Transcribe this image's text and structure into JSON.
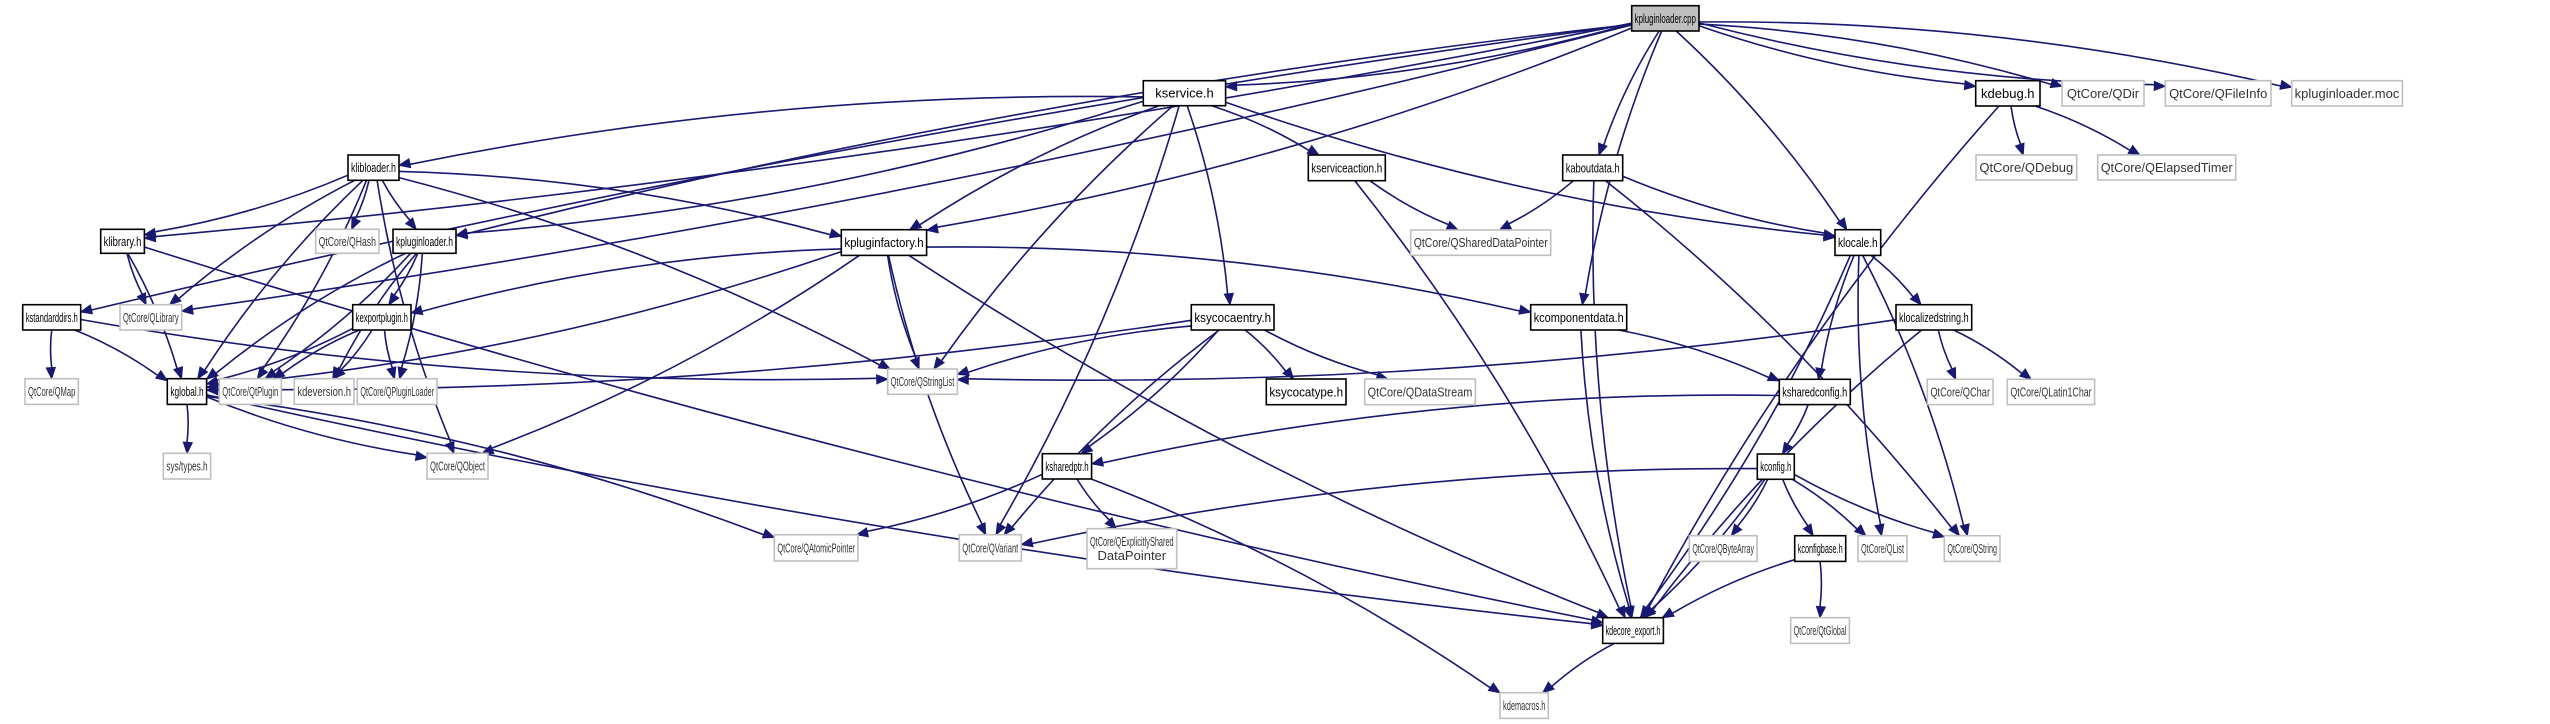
{
  "graph": {
    "title": "kpluginloader.cpp include dependency graph",
    "colors": {
      "edge": "#191970",
      "root_fill": "#bfbfbf",
      "documented_border": "#000000",
      "external_border": "#bfbfbf"
    },
    "nodes": [
      {
        "id": "kpluginloader_cpp",
        "label": "kpluginloader.cpp",
        "kind": "root"
      },
      {
        "id": "kservice_h",
        "label": "kservice.h",
        "kind": "documented"
      },
      {
        "id": "kdebug_h",
        "label": "kdebug.h",
        "kind": "documented"
      },
      {
        "id": "qdir",
        "label": "QtCore/QDir",
        "kind": "external"
      },
      {
        "id": "qfileinfo",
        "label": "QtCore/QFileInfo",
        "kind": "external"
      },
      {
        "id": "kpluginloader_moc",
        "label": "kpluginloader.moc",
        "kind": "external"
      },
      {
        "id": "klibloader_h",
        "label": "klibloader.h",
        "kind": "documented"
      },
      {
        "id": "kserviceaction_h",
        "label": "kserviceaction.h",
        "kind": "documented"
      },
      {
        "id": "kaboutdata_h",
        "label": "kaboutdata.h",
        "kind": "documented"
      },
      {
        "id": "qdebug",
        "label": "QtCore/QDebug",
        "kind": "external"
      },
      {
        "id": "qelapsedtimer",
        "label": "QtCore/QElapsedTimer",
        "kind": "external"
      },
      {
        "id": "klibrary_h",
        "label": "klibrary.h",
        "kind": "documented"
      },
      {
        "id": "qhash",
        "label": "QtCore/QHash",
        "kind": "external"
      },
      {
        "id": "kpluginloader_h",
        "label": "kpluginloader.h",
        "kind": "documented"
      },
      {
        "id": "kpluginfactory_h",
        "label": "kpluginfactory.h",
        "kind": "documented"
      },
      {
        "id": "qshareddatapointer",
        "label": "QtCore/QSharedDataPointer",
        "kind": "external"
      },
      {
        "id": "klocale_h",
        "label": "klocale.h",
        "kind": "documented"
      },
      {
        "id": "kstandarddirs_h",
        "label": "kstandarddirs.h",
        "kind": "documented"
      },
      {
        "id": "qlibrary",
        "label": "QtCore/QLibrary",
        "kind": "external"
      },
      {
        "id": "kexportplugin_h",
        "label": "kexportplugin.h",
        "kind": "documented"
      },
      {
        "id": "ksycocaentry_h",
        "label": "ksycocaentry.h",
        "kind": "documented"
      },
      {
        "id": "kcomponentdata_h",
        "label": "kcomponentdata.h",
        "kind": "documented"
      },
      {
        "id": "klocalizedstring_h",
        "label": "klocalizedstring.h",
        "kind": "documented"
      },
      {
        "id": "qmap",
        "label": "QtCore/QMap",
        "kind": "external"
      },
      {
        "id": "kglobal_h",
        "label": "kglobal.h",
        "kind": "documented"
      },
      {
        "id": "qtplugin",
        "label": "QtCore/QtPlugin",
        "kind": "external"
      },
      {
        "id": "kdeversion_h",
        "label": "kdeversion.h",
        "kind": "external"
      },
      {
        "id": "qpluginloader",
        "label": "QtCore/QPluginLoader",
        "kind": "external"
      },
      {
        "id": "qstringlist",
        "label": "QtCore/QStringList",
        "kind": "external"
      },
      {
        "id": "ksycocatype_h",
        "label": "ksycocatype.h",
        "kind": "documented"
      },
      {
        "id": "qdatastream",
        "label": "QtCore/QDataStream",
        "kind": "external"
      },
      {
        "id": "ksharedconfig_h",
        "label": "ksharedconfig.h",
        "kind": "documented"
      },
      {
        "id": "qchar",
        "label": "QtCore/QChar",
        "kind": "external"
      },
      {
        "id": "qlatin1char",
        "label": "QtCore/QLatin1Char",
        "kind": "external"
      },
      {
        "id": "systypes_h",
        "label": "sys/types.h",
        "kind": "external"
      },
      {
        "id": "qobject",
        "label": "QtCore/QObject",
        "kind": "external"
      },
      {
        "id": "ksharedptr_h",
        "label": "ksharedptr.h",
        "kind": "documented"
      },
      {
        "id": "kconfig_h",
        "label": "kconfig.h",
        "kind": "documented"
      },
      {
        "id": "qatomicpointer",
        "label": "QtCore/QAtomicPointer",
        "kind": "external"
      },
      {
        "id": "qvariant",
        "label": "QtCore/QVariant",
        "kind": "external"
      },
      {
        "id": "qexplicitlyshareddatapointer",
        "label": "QtCore/QExplicitlyShared\nDataPointer",
        "kind": "external"
      },
      {
        "id": "qbytearray",
        "label": "QtCore/QByteArray",
        "kind": "external"
      },
      {
        "id": "kconfigbase_h",
        "label": "kconfigbase.h",
        "kind": "documented"
      },
      {
        "id": "qlist",
        "label": "QtCore/QList",
        "kind": "external"
      },
      {
        "id": "qstring",
        "label": "QtCore/QString",
        "kind": "external"
      },
      {
        "id": "kdecore_export_h",
        "label": "kdecore_export.h",
        "kind": "documented"
      },
      {
        "id": "qtglobal",
        "label": "QtCore/QtGlobal",
        "kind": "external"
      },
      {
        "id": "kdemacros_h",
        "label": "kdemacros.h",
        "kind": "external"
      }
    ],
    "edges": [
      [
        "kpluginloader_cpp",
        "kservice_h"
      ],
      [
        "kpluginloader_cpp",
        "kdebug_h"
      ],
      [
        "kpluginloader_cpp",
        "qdir"
      ],
      [
        "kpluginloader_cpp",
        "qfileinfo"
      ],
      [
        "kpluginloader_cpp",
        "kpluginloader_moc"
      ],
      [
        "kpluginloader_cpp",
        "kaboutdata_h"
      ],
      [
        "kpluginloader_cpp",
        "klocale_h"
      ],
      [
        "kpluginloader_cpp",
        "kcomponentdata_h"
      ],
      [
        "kpluginloader_cpp",
        "klibrary_h"
      ],
      [
        "kpluginloader_cpp",
        "kstandarddirs_h"
      ],
      [
        "kpluginloader_cpp",
        "qlibrary"
      ],
      [
        "kpluginloader_cpp",
        "kpluginloader_h"
      ],
      [
        "kpluginloader_cpp",
        "kpluginfactory_h"
      ],
      [
        "kservice_h",
        "klibloader_h"
      ],
      [
        "kservice_h",
        "kserviceaction_h"
      ],
      [
        "kservice_h",
        "klocale_h"
      ],
      [
        "kservice_h",
        "kpluginloader_h"
      ],
      [
        "kservice_h",
        "kpluginfactory_h"
      ],
      [
        "kservice_h",
        "ksycocaentry_h"
      ],
      [
        "kservice_h",
        "qstringlist"
      ],
      [
        "kservice_h",
        "qvariant"
      ],
      [
        "kdebug_h",
        "qdebug"
      ],
      [
        "kdebug_h",
        "qelapsedtimer"
      ],
      [
        "kdebug_h",
        "kdecore_export_h"
      ],
      [
        "klibloader_h",
        "klibrary_h"
      ],
      [
        "klibloader_h",
        "qlibrary"
      ],
      [
        "klibloader_h",
        "qhash"
      ],
      [
        "klibloader_h",
        "kpluginloader_h"
      ],
      [
        "klibloader_h",
        "kpluginfactory_h"
      ],
      [
        "klibloader_h",
        "kglobal_h"
      ],
      [
        "klibloader_h",
        "qtplugin"
      ],
      [
        "klibloader_h",
        "qobject"
      ],
      [
        "klibloader_h",
        "qstringlist"
      ],
      [
        "kserviceaction_h",
        "qshareddatapointer"
      ],
      [
        "kserviceaction_h",
        "kdecore_export_h"
      ],
      [
        "kaboutdata_h",
        "klocale_h"
      ],
      [
        "kaboutdata_h",
        "qshareddatapointer"
      ],
      [
        "kaboutdata_h",
        "kdecore_export_h"
      ],
      [
        "kaboutdata_h",
        "qstring"
      ],
      [
        "klibrary_h",
        "qlibrary"
      ],
      [
        "klibrary_h",
        "kglobal_h"
      ],
      [
        "klibrary_h",
        "kdecore_export_h"
      ],
      [
        "kpluginloader_h",
        "kexportplugin_h"
      ],
      [
        "kpluginloader_h",
        "kglobal_h"
      ],
      [
        "kpluginloader_h",
        "qtplugin"
      ],
      [
        "kpluginloader_h",
        "kdeversion_h"
      ],
      [
        "kpluginloader_h",
        "qpluginloader"
      ],
      [
        "kpluginfactory_h",
        "kexportplugin_h"
      ],
      [
        "kpluginfactory_h",
        "kglobal_h"
      ],
      [
        "kpluginfactory_h",
        "qstringlist"
      ],
      [
        "kpluginfactory_h",
        "qobject"
      ],
      [
        "kpluginfactory_h",
        "qvariant"
      ],
      [
        "kpluginfactory_h",
        "kcomponentdata_h"
      ],
      [
        "kpluginfactory_h",
        "kdecore_export_h"
      ],
      [
        "klocale_h",
        "klocalizedstring_h"
      ],
      [
        "klocale_h",
        "ksharedconfig_h"
      ],
      [
        "klocale_h",
        "kdecore_export_h"
      ],
      [
        "klocale_h",
        "qlist"
      ],
      [
        "klocale_h",
        "qstring"
      ],
      [
        "kstandarddirs_h",
        "qmap"
      ],
      [
        "kstandarddirs_h",
        "kglobal_h"
      ],
      [
        "kstandarddirs_h",
        "qstringlist"
      ],
      [
        "kexportplugin_h",
        "kglobal_h"
      ],
      [
        "kexportplugin_h",
        "qtplugin"
      ],
      [
        "kexportplugin_h",
        "kdeversion_h"
      ],
      [
        "kexportplugin_h",
        "qpluginloader"
      ],
      [
        "ksycocaentry_h",
        "kglobal_h"
      ],
      [
        "ksycocaentry_h",
        "qstringlist"
      ],
      [
        "ksycocaentry_h",
        "ksycocatype_h"
      ],
      [
        "ksycocaentry_h",
        "qdatastream"
      ],
      [
        "ksycocaentry_h",
        "ksharedptr_h"
      ],
      [
        "ksycocaentry_h",
        "qvariant"
      ],
      [
        "kcomponentdata_h",
        "ksharedconfig_h"
      ],
      [
        "kcomponentdata_h",
        "kdecore_export_h"
      ],
      [
        "klocalizedstring_h",
        "qstringlist"
      ],
      [
        "klocalizedstring_h",
        "qchar"
      ],
      [
        "klocalizedstring_h",
        "qlatin1char"
      ],
      [
        "klocalizedstring_h",
        "kdecore_export_h"
      ],
      [
        "kglobal_h",
        "systypes_h"
      ],
      [
        "kglobal_h",
        "qobject"
      ],
      [
        "kglobal_h",
        "qatomicpointer"
      ],
      [
        "kglobal_h",
        "kdecore_export_h"
      ],
      [
        "ksharedconfig_h",
        "kconfig_h"
      ],
      [
        "ksharedconfig_h",
        "ksharedptr_h"
      ],
      [
        "ksharedptr_h",
        "qatomicpointer"
      ],
      [
        "ksharedptr_h",
        "qexplicitlyshareddatapointer"
      ],
      [
        "ksharedptr_h",
        "kdemacros_h"
      ],
      [
        "kconfig_h",
        "qvariant"
      ],
      [
        "kconfig_h",
        "qbytearray"
      ],
      [
        "kconfig_h",
        "kconfigbase_h"
      ],
      [
        "kconfig_h",
        "qlist"
      ],
      [
        "kconfig_h",
        "qstring"
      ],
      [
        "kconfig_h",
        "kdecore_export_h"
      ],
      [
        "kconfigbase_h",
        "kdecore_export_h"
      ],
      [
        "kconfigbase_h",
        "qtglobal"
      ],
      [
        "kdecore_export_h",
        "kdemacros_h"
      ]
    ]
  }
}
